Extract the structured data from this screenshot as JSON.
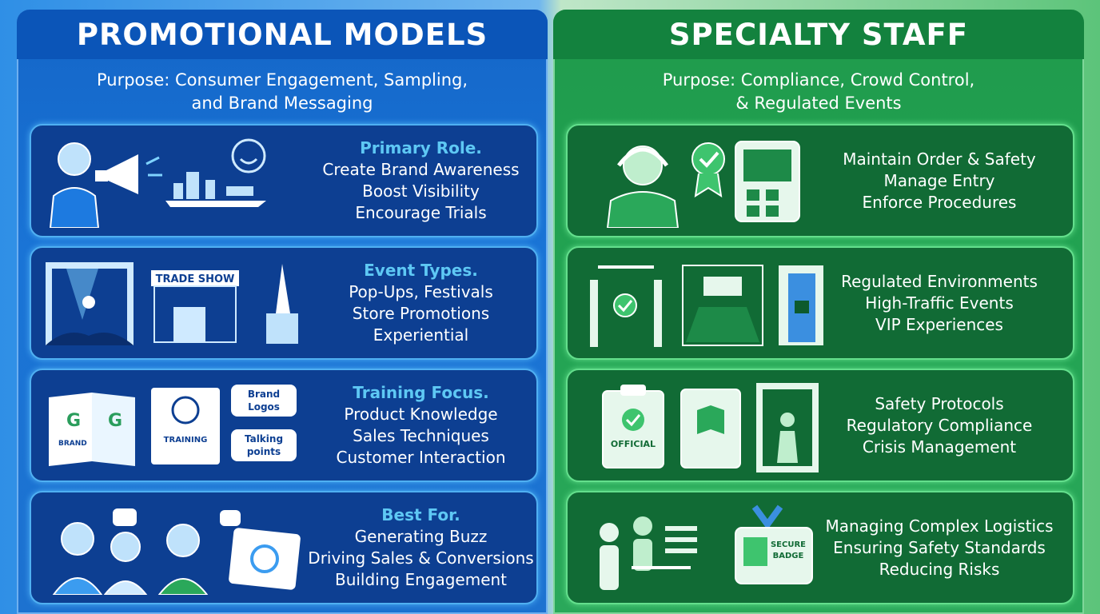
{
  "left": {
    "title": "PROMOTIONAL MODELS",
    "purpose_line1": "Purpose: Consumer Engagement, Sampling,",
    "purpose_line2": "and Brand Messaging",
    "cards": [
      {
        "title": "Primary Role.",
        "lines": [
          "Create Brand Awareness",
          "Boost Visibility",
          "Encourage Trials"
        ]
      },
      {
        "title": "Event Types.",
        "lines": [
          "Pop-Ups, Festivals",
          "Store Promotions",
          "Experiential"
        ],
        "art_label": "TRADE SHOW"
      },
      {
        "title": "Training Focus.",
        "lines": [
          "Product Knowledge",
          "Sales Techniques",
          "Customer Interaction"
        ],
        "art_labels": [
          "BRAND",
          "TRAINING",
          "Brand",
          "Logos",
          "Talking",
          "points"
        ]
      },
      {
        "title": "Best For.",
        "lines": [
          "Generating Buzz",
          "Driving Sales & Conversions",
          "Building Engagement"
        ]
      }
    ]
  },
  "right": {
    "title": "SPECIALTY STAFF",
    "purpose_line1": "Purpose: Compliance, Crowd Control,",
    "purpose_line2": "& Regulated Events",
    "cards": [
      {
        "lines": [
          "Maintain Order & Safety",
          "Manage Entry",
          "Enforce Procedures"
        ]
      },
      {
        "lines": [
          "Regulated Environments",
          "High-Traffic Events",
          "VIP Experiences"
        ]
      },
      {
        "lines": [
          "Safety Protocols",
          "Regulatory Compliance",
          "Crisis Management"
        ],
        "art_label": "OFFICIAL"
      },
      {
        "lines": [
          "Managing Complex Logistics",
          "Ensuring Safety Standards",
          "Reducing Risks"
        ],
        "art_labels": [
          "SECURE",
          "BADGE"
        ]
      }
    ]
  },
  "colors": {
    "left_bg": "#1466c8",
    "right_bg": "#22a352",
    "accent_blue": "#5ec8f4",
    "accent_green": "#63df8c"
  }
}
